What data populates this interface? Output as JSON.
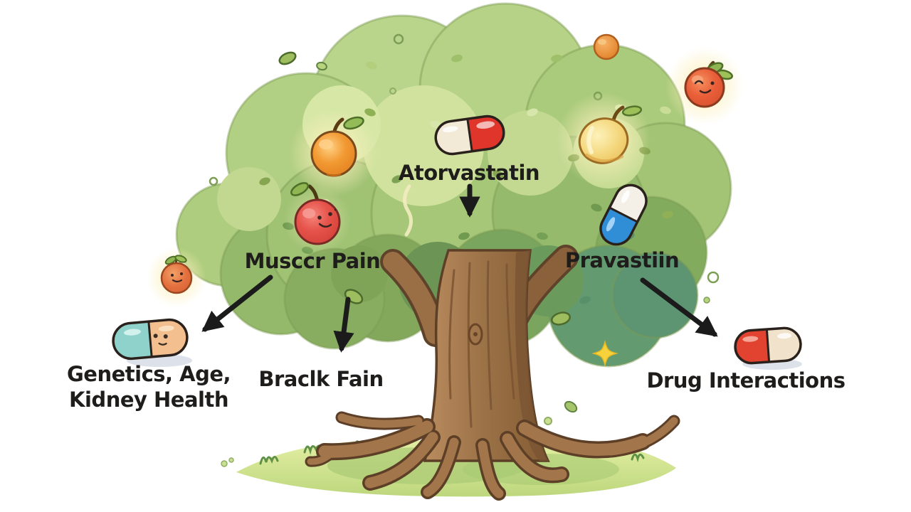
{
  "labels": {
    "atorvastatin": "Atorvastatin",
    "muscle_pain": "Musccr Pain",
    "pravastatin": "Pravastiin",
    "genetics_line1": "Genetics, Age,",
    "genetics_line2": "Kidney Health",
    "back_pain": "Braclk Fain",
    "drug_interactions": "Drug  Interactions"
  },
  "icons": [
    "tree-canopy",
    "tree-trunk",
    "tree-roots",
    "grass-mound",
    "red-white-capsule",
    "blue-white-capsule",
    "teal-peach-capsule-face",
    "red-cream-capsule",
    "glowing-orange-fruit",
    "red-apple-face-fruit",
    "golden-plum-fruit",
    "smiling-apple-fruit",
    "mini-orange-face-fruit",
    "orange-ball-fruit",
    "sparkle-star",
    "down-arrow",
    "diagonal-arrow"
  ],
  "colors": {
    "background": "#ffffff",
    "canopy_light": "#d2e4a0",
    "canopy_mid": "#a6c777",
    "canopy_dark": "#7aa55e",
    "canopy_teal": "#5d9472",
    "trunk_brown": "#9d7348",
    "trunk_dark": "#5c3f26",
    "grass_green": "#c9df89",
    "capsule_red": "#e0352b",
    "capsule_cream": "#f2ead6",
    "capsule_blue": "#2f8ed6",
    "capsule_teal": "#8ed2cb",
    "capsule_peach": "#f4bf8e",
    "fruit_orange": "#f29a33",
    "fruit_red": "#e6534a",
    "fruit_gold": "#f4d87f",
    "sparkle_yellow": "#f6d33c",
    "arrow_black": "#1b1b1b",
    "text_color": "#1e1d1b"
  },
  "arrows": [
    {
      "from": "atorvastatin-label",
      "to": "tree-canopy"
    },
    {
      "from": "muscle-pain-label",
      "to": "teal-peach-capsule"
    },
    {
      "from": "tree-canopy",
      "to": "back-pain-label"
    },
    {
      "from": "pravastatin-label",
      "to": "red-cream-capsule"
    }
  ]
}
